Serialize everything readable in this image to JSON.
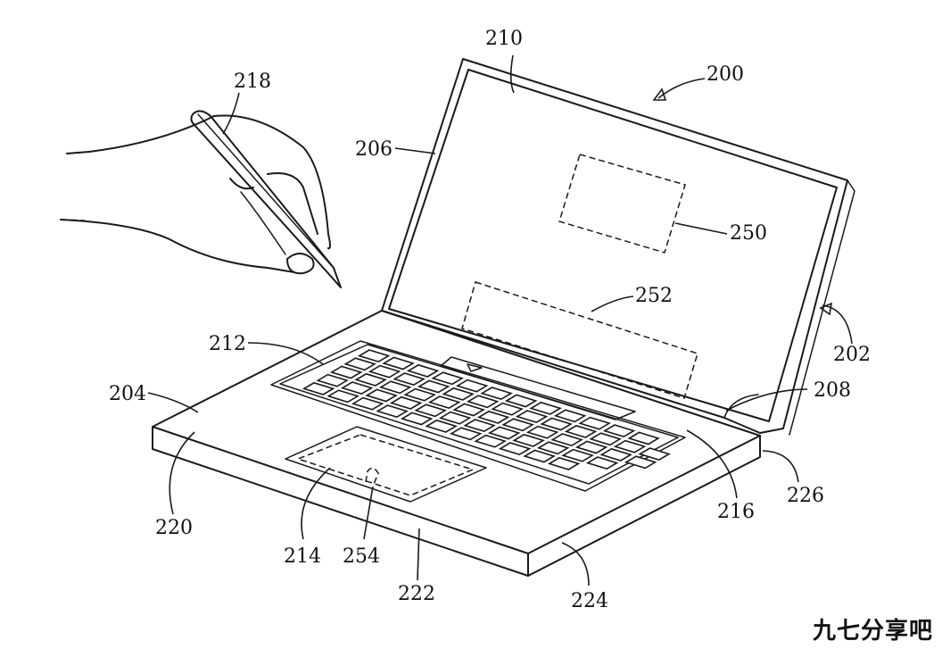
{
  "figure": {
    "labels": {
      "laptop": "200",
      "hinge_arrow": "202",
      "base": "204",
      "lid": "206",
      "hinge": "208",
      "display": "210",
      "keyboard": "212",
      "trackpad": "214",
      "keyboard_edge": "216",
      "stylus": "218",
      "front_surface": "220",
      "front_edge": "222",
      "side_surface": "224",
      "rear_edge": "226",
      "display_region": "250",
      "display_lower_region": "252",
      "trackpad_region": "254"
    }
  },
  "watermark": "九七分享吧"
}
